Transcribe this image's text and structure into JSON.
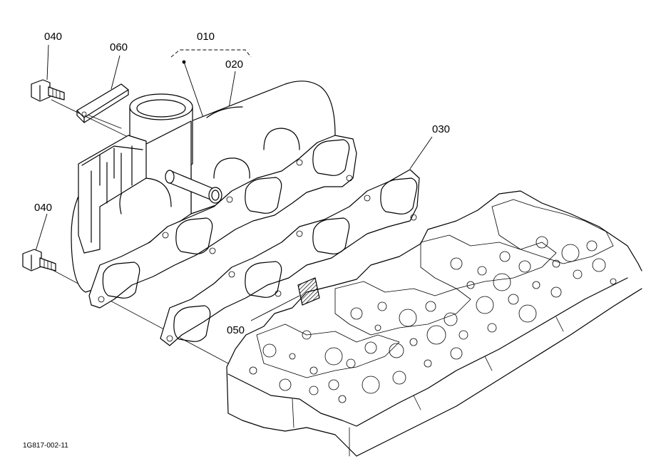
{
  "callouts": {
    "p010": "010",
    "p020": "020",
    "p030": "030",
    "p040a": "040",
    "p040b": "040",
    "p050": "050",
    "p060": "060"
  },
  "drawing_code": "1G817-002-11"
}
